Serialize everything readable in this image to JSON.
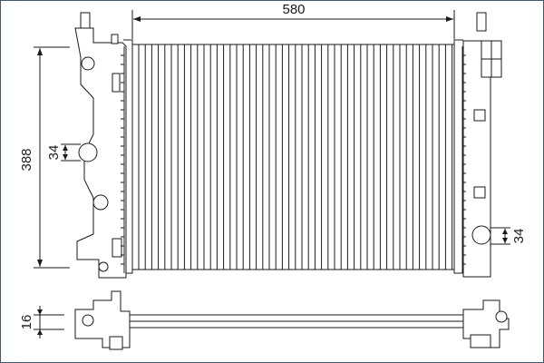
{
  "dimensions": {
    "width": "580",
    "height": "388",
    "left_port": "34",
    "right_port": "34",
    "depth": "16"
  },
  "colors": {
    "line": "#1a1a1a",
    "border": "#3d5a6c"
  }
}
